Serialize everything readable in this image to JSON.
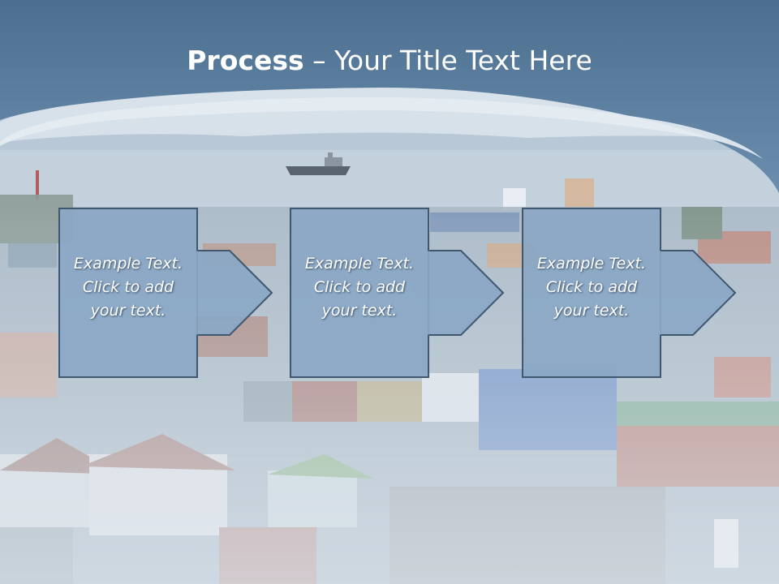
{
  "slide": {
    "title_bold": "Process",
    "title_rest": "– Your Title Text Here"
  },
  "steps": [
    {
      "line1": "Example Text.",
      "line2": "Click  to add",
      "line3": "your text."
    },
    {
      "line1": "Example Text.",
      "line2": "Click  to add",
      "line3": "your text."
    },
    {
      "line1": "Example Text.",
      "line2": "Click  to add",
      "line3": "your text."
    }
  ],
  "colors": {
    "header": "#5b7f9f",
    "box_fill": "#8aa7c4",
    "box_border": "#3f5870",
    "text": "#ffffff"
  }
}
